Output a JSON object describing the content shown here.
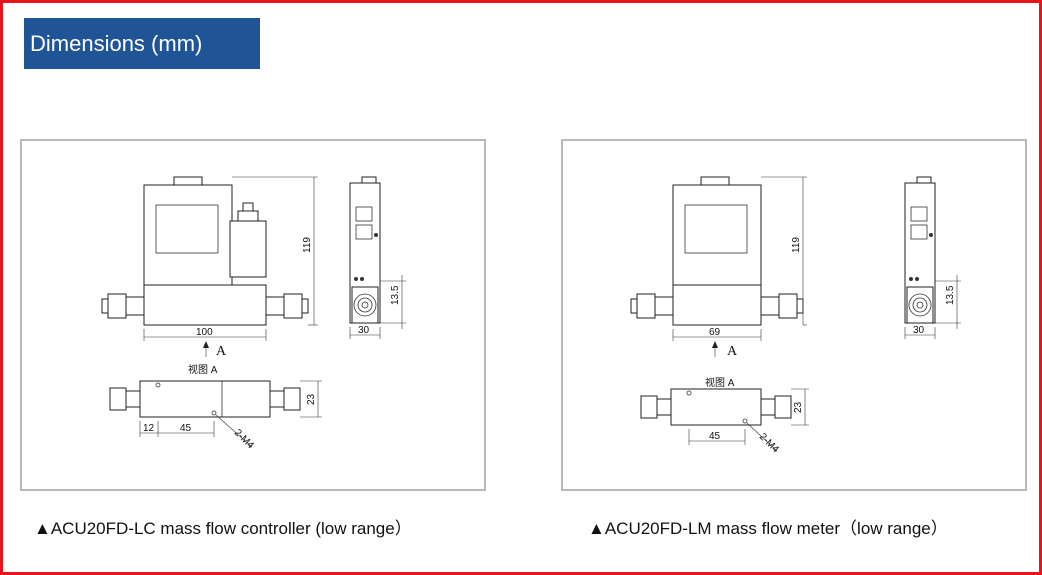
{
  "title": "Dimensions (mm)",
  "panels": [
    {
      "caption": "▲ACU20FD-LC mass flow controller (low range）",
      "labels": {
        "height": "119",
        "width": "100",
        "side_width": "30",
        "side_offset": "13.5",
        "view_arrow": "A",
        "view_title": "视图 A",
        "bottom_depth": "23",
        "bottom_left": "12",
        "bottom_span": "45",
        "thread": "2-M4"
      }
    },
    {
      "caption": "▲ACU20FD-LM mass flow meter（low range）",
      "labels": {
        "height": "119",
        "width": "69",
        "side_width": "30",
        "side_offset": "13.5",
        "view_arrow": "A",
        "view_title": "视图 A",
        "bottom_depth": "23",
        "bottom_span": "45",
        "thread": "2-M4"
      }
    }
  ],
  "colors": {
    "frame": "#e8141b",
    "title_bg": "#1f5597",
    "panel_border": "#b9b9b9"
  }
}
